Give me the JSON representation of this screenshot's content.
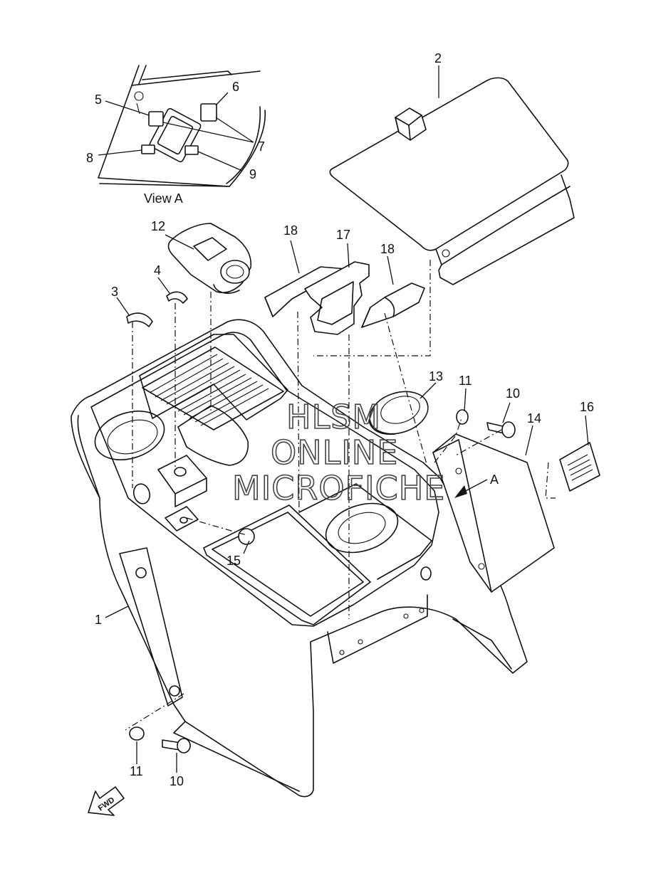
{
  "view_a": {
    "title": "View A",
    "callouts": [
      "5",
      "6",
      "7",
      "8",
      "9"
    ]
  },
  "parts": [
    {
      "key": "p1",
      "label": "1"
    },
    {
      "key": "p2",
      "label": "2"
    },
    {
      "key": "p3",
      "label": "3"
    },
    {
      "key": "p4",
      "label": "4"
    },
    {
      "key": "p10a",
      "label": "10"
    },
    {
      "key": "p10b",
      "label": "10"
    },
    {
      "key": "p11a",
      "label": "11"
    },
    {
      "key": "p11b",
      "label": "11"
    },
    {
      "key": "p12",
      "label": "12"
    },
    {
      "key": "p13",
      "label": "13"
    },
    {
      "key": "p14",
      "label": "14"
    },
    {
      "key": "p15",
      "label": "15"
    },
    {
      "key": "p16",
      "label": "16"
    },
    {
      "key": "p17",
      "label": "17"
    },
    {
      "key": "p18a",
      "label": "18"
    },
    {
      "key": "p18b",
      "label": "18"
    }
  ],
  "view_marker": "A",
  "fwd_arrow": "FWD",
  "watermark": [
    "HLSM",
    "ONLINE",
    "MICROFICHE"
  ]
}
